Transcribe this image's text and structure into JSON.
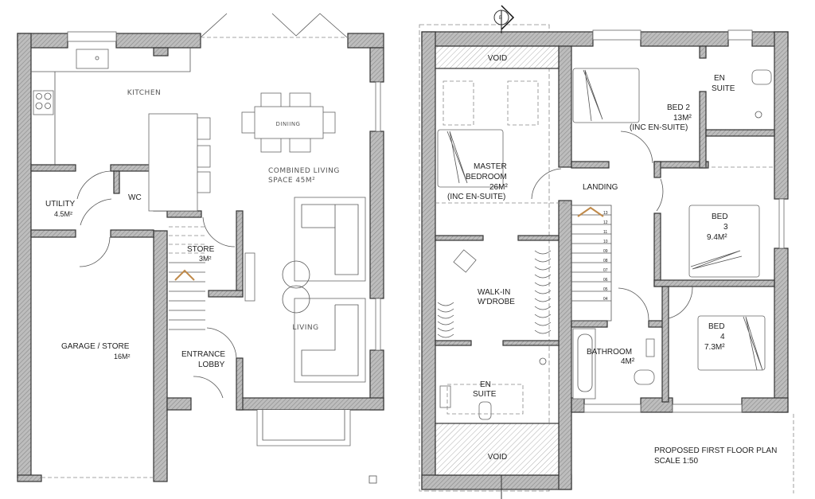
{
  "ground_floor": {
    "rooms": {
      "kitchen": "KITCHEN",
      "dining": "DINIING",
      "living_line1": "COMBINED LIVING",
      "living_line2": "SPACE 45M²",
      "utility": "UTILITY",
      "utility_area": "4.5M²",
      "wc": "WC",
      "store": "STORE",
      "store_area": "3M²",
      "living": "LIVING",
      "garage": "GARAGE / STORE",
      "garage_area": "16M²",
      "entrance_line1": "ENTRANCE",
      "entrance_line2": "LOBBY"
    }
  },
  "first_floor": {
    "rooms": {
      "void_top": "VOID",
      "void_bottom": "VOID",
      "master_line1": "MASTER",
      "master_line2": "BEDROOM",
      "master_area": "26M²",
      "master_note": "(INC EN-SUITE)",
      "bed2": "BED 2",
      "bed2_area": "13M²",
      "bed2_note": "(INC EN-SUITE)",
      "ensuite_line1": "EN",
      "ensuite_line2": "SUITE",
      "landing": "LANDING",
      "bed3_line1": "BED",
      "bed3_line2": "3",
      "bed3_area": "9.4M²",
      "walkin_line1": "WALK-IN",
      "walkin_line2": "W'DROBE",
      "bathroom": "BATHROOM",
      "bathroom_area": "4M²",
      "bed4_line1": "BED",
      "bed4_line2": "4",
      "bed4_area": "7.3M²",
      "ensuite2_line1": "EN",
      "ensuite2_line2": "SUITE"
    },
    "stair_numbers": [
      "13",
      "12",
      "11",
      "10",
      "09",
      "08",
      "07",
      "06",
      "05",
      "04"
    ],
    "section_marker": "B"
  },
  "title_block": {
    "title": "PROPOSED FIRST FLOOR PLAN",
    "scale": "SCALE 1:50"
  },
  "colors": {
    "wall_stroke": "#333333",
    "stair_arrow": "#c08a4a"
  }
}
